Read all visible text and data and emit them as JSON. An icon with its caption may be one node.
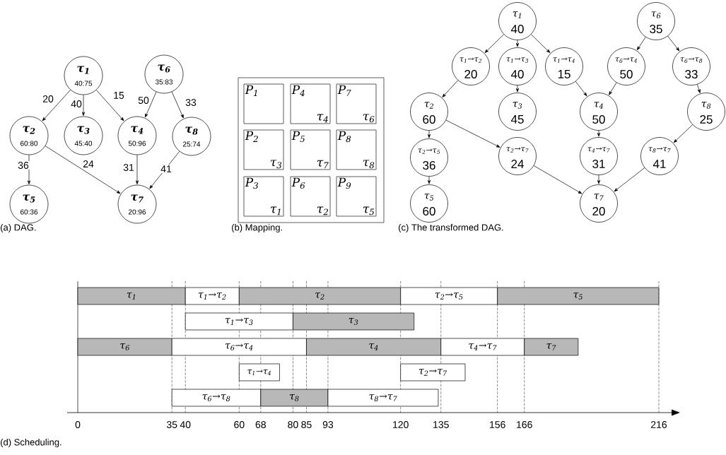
{
  "diagram": {
    "nodes": [
      {
        "text": [
          "τ$_{1}$",
          "40:75"
        ]
      },
      {
        "text": [
          "τ$_{2}$",
          "60:80"
        ]
      },
      {
        "text": [
          "τ$_{3}$",
          "45:40"
        ]
      },
      {
        "text": [
          "τ$_{4}$",
          "50:96"
        ]
      },
      {
        "text": [
          "τ$_{5}$",
          "60:36"
        ]
      },
      {
        "text": [
          "τ$_{6}$",
          "35:83"
        ]
      },
      {
        "text": [
          "τ$_{7}$",
          "20:96"
        ]
      },
      {
        "text": [
          "τ$_{8}$",
          "25:74"
        ]
      },
      {
        "text": [],
        "shape": "box"
      },
      {
        "text": [
          "P$_{1}$"
        ],
        "in": 8
      },
      {
        "text": [
          "P$_{4}$",
          "τ$_{4}$"
        ],
        "in": 8
      },
      {
        "text": [
          "P$_{7}$",
          "τ$_{6}$"
        ],
        "in": 8
      },
      {
        "text": [
          "P$_{2}$",
          "τ$_{3}$"
        ],
        "in": 8
      },
      {
        "text": [
          "P$_{5}$",
          "τ$_{7}$"
        ],
        "in": 8
      },
      {
        "text": [
          "P$_{8}$",
          "τ$_{8}$"
        ],
        "in": 8
      },
      {
        "text": [
          "P$_{3}$",
          "τ$_{1}$"
        ],
        "in": 8
      },
      {
        "text": [
          "P$_{6}$",
          "τ$_{2}$"
        ],
        "in": 8
      },
      {
        "text": [
          "P$_{9}$",
          "τ$_{5}$"
        ],
        "in": 8
      },
      {
        "text": [
          "τ$_{1}$",
          "40"
        ]
      },
      {
        "text": [
          "τ$_{6}$",
          "35"
        ]
      },
      {
        "text": [
          "τ$_{1}$→τ$_{2}$",
          "20"
        ]
      },
      {
        "text": [
          "τ$_{1}$→τ$_{3}$",
          "40"
        ]
      },
      {
        "text": [
          "τ$_{1}$→τ$_{4}$",
          "15"
        ]
      },
      {
        "text": [
          "τ$_{6}$→τ$_{4}$",
          "50"
        ]
      },
      {
        "text": [
          "τ$_{6}$→τ$_{8}$",
          "33"
        ]
      },
      {
        "text": [
          "τ$_{2}$",
          "60"
        ]
      },
      {
        "text": [
          "τ$_{3}$",
          "45"
        ]
      },
      {
        "text": [
          "τ$_{4}$",
          "50"
        ]
      },
      {
        "text": [
          "τ$_{8}$",
          "25"
        ]
      },
      {
        "text": [
          "τ$_{2}$→τ$_{5}$",
          "36"
        ]
      },
      {
        "text": [
          "τ$_{2}$→τ$_{7}$",
          "24"
        ]
      },
      {
        "text": [
          "τ$_{4}$→τ$_{7}$",
          "31"
        ]
      },
      {
        "text": [
          "τ$_{8}$→τ$_{7}$",
          "41"
        ]
      },
      {
        "text": [
          "τ$_{5}$",
          "60"
        ]
      },
      {
        "text": [
          "τ$_{7}$",
          "20"
        ]
      },
      {
        "text": [
          "τ$_{1}$"
        ]
      },
      {
        "text": [
          "τ$_{1}$→τ$_{2}$"
        ]
      },
      {
        "text": [
          "τ$_{2}$"
        ]
      },
      {
        "text": [
          "τ$_{2}$→τ$_{5}$"
        ]
      },
      {
        "text": [
          "τ$_{5}$"
        ]
      },
      {
        "text": [
          "τ$_{1}$→τ$_{3}$"
        ]
      },
      {
        "text": [
          "τ$_{3}$"
        ]
      },
      {
        "text": [
          "τ$_{6}$"
        ]
      },
      {
        "text": [
          "τ$_{6}$→τ$_{4}$"
        ]
      },
      {
        "text": [
          "τ$_{4}$"
        ]
      },
      {
        "text": [
          "τ$_{4}$→τ$_{7}$"
        ]
      },
      {
        "text": [
          "τ$_{7}$"
        ]
      },
      {
        "text": [
          "τ$_{1}$→τ$_{4}$"
        ]
      },
      {
        "text": [
          "τ$_{2}$→τ$_{7}$"
        ]
      },
      {
        "text": [
          "τ$_{6}$→τ$_{8}$"
        ]
      },
      {
        "text": [
          "τ$_{8}$"
        ]
      },
      {
        "text": [
          "τ$_{8}$→τ$_{7}$"
        ]
      }
    ],
    "edges": [
      {
        "from": 0,
        "to": 1,
        "arrow": "to",
        "label": "20"
      },
      {
        "from": 0,
        "to": 2,
        "arrow": "to",
        "label": "40"
      },
      {
        "from": 0,
        "to": 3,
        "arrow": "to",
        "label": "15"
      },
      {
        "from": 5,
        "to": 3,
        "arrow": "to",
        "label": "50"
      },
      {
        "from": 5,
        "to": 7,
        "arrow": "to",
        "label": "33"
      },
      {
        "from": 1,
        "to": 4,
        "arrow": "to",
        "label": "36"
      },
      {
        "from": 1,
        "to": 6,
        "arrow": "to",
        "label": "24"
      },
      {
        "from": 3,
        "to": 6,
        "arrow": "to",
        "label": "31"
      },
      {
        "from": 7,
        "to": 6,
        "arrow": "to",
        "label": "41"
      },
      {
        "from": 18,
        "to": 20,
        "arrow": "to"
      },
      {
        "from": 18,
        "to": 21,
        "arrow": "to"
      },
      {
        "from": 18,
        "to": 22,
        "arrow": "to"
      },
      {
        "from": 19,
        "to": 23,
        "arrow": "to"
      },
      {
        "from": 19,
        "to": 24,
        "arrow": "to"
      },
      {
        "from": 20,
        "to": 25,
        "arrow": "to"
      },
      {
        "from": 21,
        "to": 26,
        "arrow": "to"
      },
      {
        "from": 22,
        "to": 27,
        "arrow": "to"
      },
      {
        "from": 23,
        "to": 27,
        "arrow": "to"
      },
      {
        "from": 24,
        "to": 28,
        "arrow": "to"
      },
      {
        "from": 25,
        "to": 29,
        "arrow": "to"
      },
      {
        "from": 25,
        "to": 30,
        "arrow": "to"
      },
      {
        "from": 27,
        "to": 31,
        "arrow": "to"
      },
      {
        "from": 28,
        "to": 32,
        "arrow": "to"
      },
      {
        "from": 29,
        "to": 33,
        "arrow": "to"
      },
      {
        "from": 30,
        "to": 34,
        "arrow": "to"
      },
      {
        "from": 31,
        "to": 34,
        "arrow": "to"
      },
      {
        "from": 32,
        "to": 34,
        "arrow": "to"
      }
    ],
    "labels": [
      "(a) DAG.",
      "(b) Mapping.",
      "(c) The transformed DAG.",
      "0",
      "35",
      "40",
      "60",
      "68",
      "80",
      "85",
      "93",
      "120",
      "135",
      "156",
      "166",
      "216",
      "(d) Scheduling."
    ]
  }
}
